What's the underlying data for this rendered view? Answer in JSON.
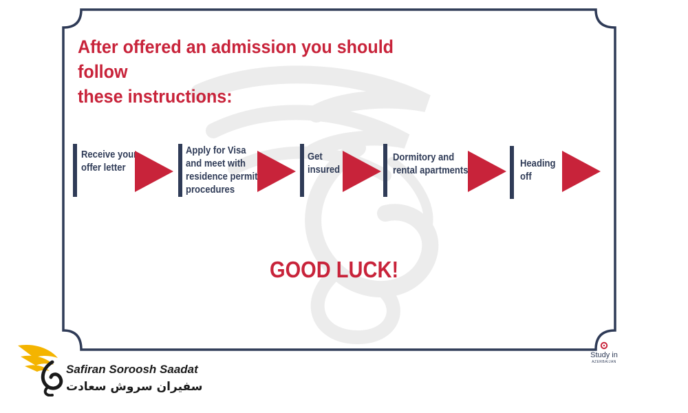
{
  "heading": {
    "line1": "After offered an admission you should follow",
    "line2": "these instructions:"
  },
  "steps": [
    {
      "lines": [
        "Receive your",
        "offer letter"
      ]
    },
    {
      "lines": [
        "Apply for Visa",
        "and meet with",
        "residence permit",
        "procedures"
      ]
    },
    {
      "lines": [
        "Get",
        "insured"
      ]
    },
    {
      "lines": [
        "Dormitory and",
        "rental apartments"
      ]
    },
    {
      "lines": [
        "Heading",
        "off"
      ]
    }
  ],
  "closing": "GOOD LUCK!",
  "study_logo": {
    "name": "Study in",
    "sub": "AZERBAIJAN"
  },
  "brand": {
    "name_en": "Safiran Soroosh Saadat",
    "name_fa": "سفیران سروش سعادت"
  },
  "colors": {
    "accent": "#c8233a",
    "navy": "#2f3b57",
    "brand_gold": "#f4b400",
    "watermark": "#ececec"
  },
  "icons": {
    "arrow": "triangle-right-icon",
    "watermark": "bird-swirl-icon",
    "study_logo": "flower-icon",
    "brand_logo": "bird-wing-icon"
  }
}
